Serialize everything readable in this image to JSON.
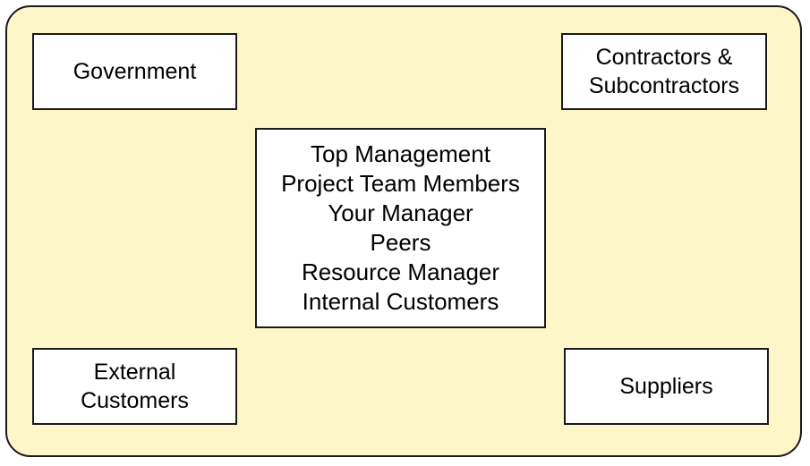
{
  "stakeholders": {
    "government": {
      "lines": [
        "Government"
      ]
    },
    "contractors": {
      "lines": [
        "Contractors &",
        "Subcontractors"
      ]
    },
    "internal": {
      "lines": [
        "Top Management",
        "Project Team Members",
        "Your Manager",
        "Peers",
        "Resource Manager",
        "Internal Customers"
      ]
    },
    "external_customers": {
      "lines": [
        "External",
        "Customers"
      ]
    },
    "suppliers": {
      "lines": [
        "Suppliers"
      ]
    }
  },
  "colors": {
    "panel_fill": "#fdf6c9",
    "border": "#1a1a1a",
    "box_fill": "#ffffff"
  }
}
